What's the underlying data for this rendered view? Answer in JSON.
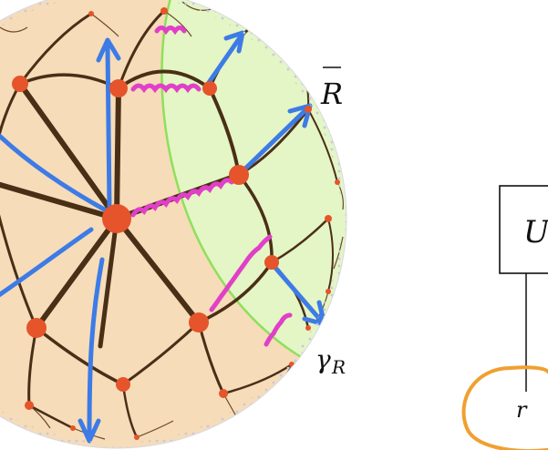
{
  "labels": {
    "region_bar_symbol": "R",
    "geodesic_symbol": "γ",
    "geodesic_subscript": "R",
    "box_symbol": "U",
    "leg_symbol": "r"
  },
  "colors": {
    "bulk_fill": "#f6dcb8",
    "region_fill": "#e4f5c6",
    "geodesic_line": "#8ee05a",
    "edge": "#4a2f17",
    "node": "#e5542a",
    "arrow": "#3d7be6",
    "link": "#e040c8",
    "boundary_dots": "#cfcfe0",
    "circle_marker": "#f0a030"
  },
  "icons": [
    "arrow-icon",
    "circle-marker-icon"
  ]
}
